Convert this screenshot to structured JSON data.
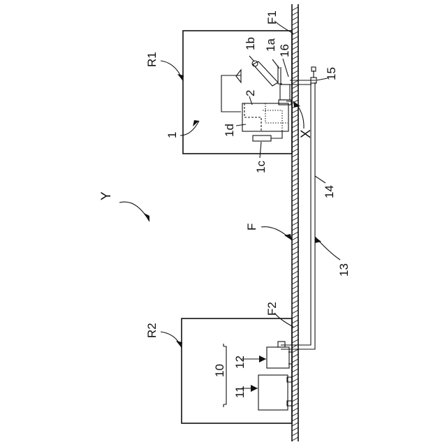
{
  "figure": {
    "labels": {
      "y_system": "Y",
      "r1": "R1",
      "r2": "R2",
      "f": "F",
      "f1": "F1",
      "f2": "F2",
      "n1": "1",
      "n1a": "1a",
      "n1b": "1b",
      "n1c": "1c",
      "n1d": "1d",
      "n2": "2",
      "n16": "16",
      "n15": "15",
      "n14": "14",
      "n13": "13",
      "n10": "10",
      "n11": "11",
      "n12": "12",
      "x": "X"
    }
  }
}
